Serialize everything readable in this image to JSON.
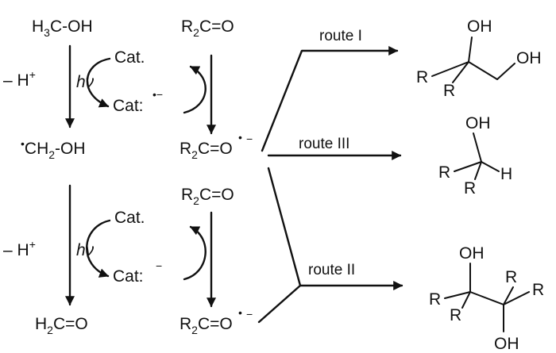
{
  "species": {
    "methanol": {
      "main": "H",
      "sub": "3",
      "tail": "C-OH"
    },
    "ketone_top": {
      "main": "R",
      "sub": "2",
      "tail": "C=O"
    },
    "ketone_mid": {
      "main": "R",
      "sub": "2",
      "tail": "C=O"
    },
    "hydroxymethyl": {
      "radical": "•",
      "pre": "CH",
      "sub": "2",
      "tail": "-OH"
    },
    "formaldehyde": {
      "main": "H",
      "sub": "2",
      "tail": "C=O"
    },
    "ketyl_1": {
      "main": "R",
      "sub": "2",
      "tail": "C=",
      "atom": "O",
      "charge": "−",
      "radical": "•"
    },
    "ketyl_2": {
      "main": "R",
      "sub": "2",
      "tail": "C=",
      "atom": "O",
      "charge": "−",
      "radical": "•"
    }
  },
  "cycle_1": {
    "cat": "Cat.",
    "cat_reduced": "Cat:",
    "cat_charge": "•−",
    "minus_h": "– H",
    "plus": "+",
    "light": "hν"
  },
  "cycle_2": {
    "cat": "Cat.",
    "cat_reduced": "Cat:",
    "cat_charge": "−",
    "minus_h": "– H",
    "plus": "+",
    "light": "hν"
  },
  "routes": {
    "route_1": "route I",
    "route_3": "route III",
    "route_2": "route II"
  },
  "products": {
    "diol_1_2": {
      "oh_top": "OH",
      "oh_right": "OH",
      "r_left": "R",
      "r_bottom": "R"
    },
    "secondary_alcohol": {
      "oh": "OH",
      "h": "H",
      "r_left": "R",
      "r_bottom": "R"
    },
    "pinacol": {
      "oh_top": "OH",
      "oh_bottom": "OH",
      "r_left": "R",
      "r_left_bottom": "R",
      "r_right_top": "R",
      "r_right": "R"
    }
  }
}
